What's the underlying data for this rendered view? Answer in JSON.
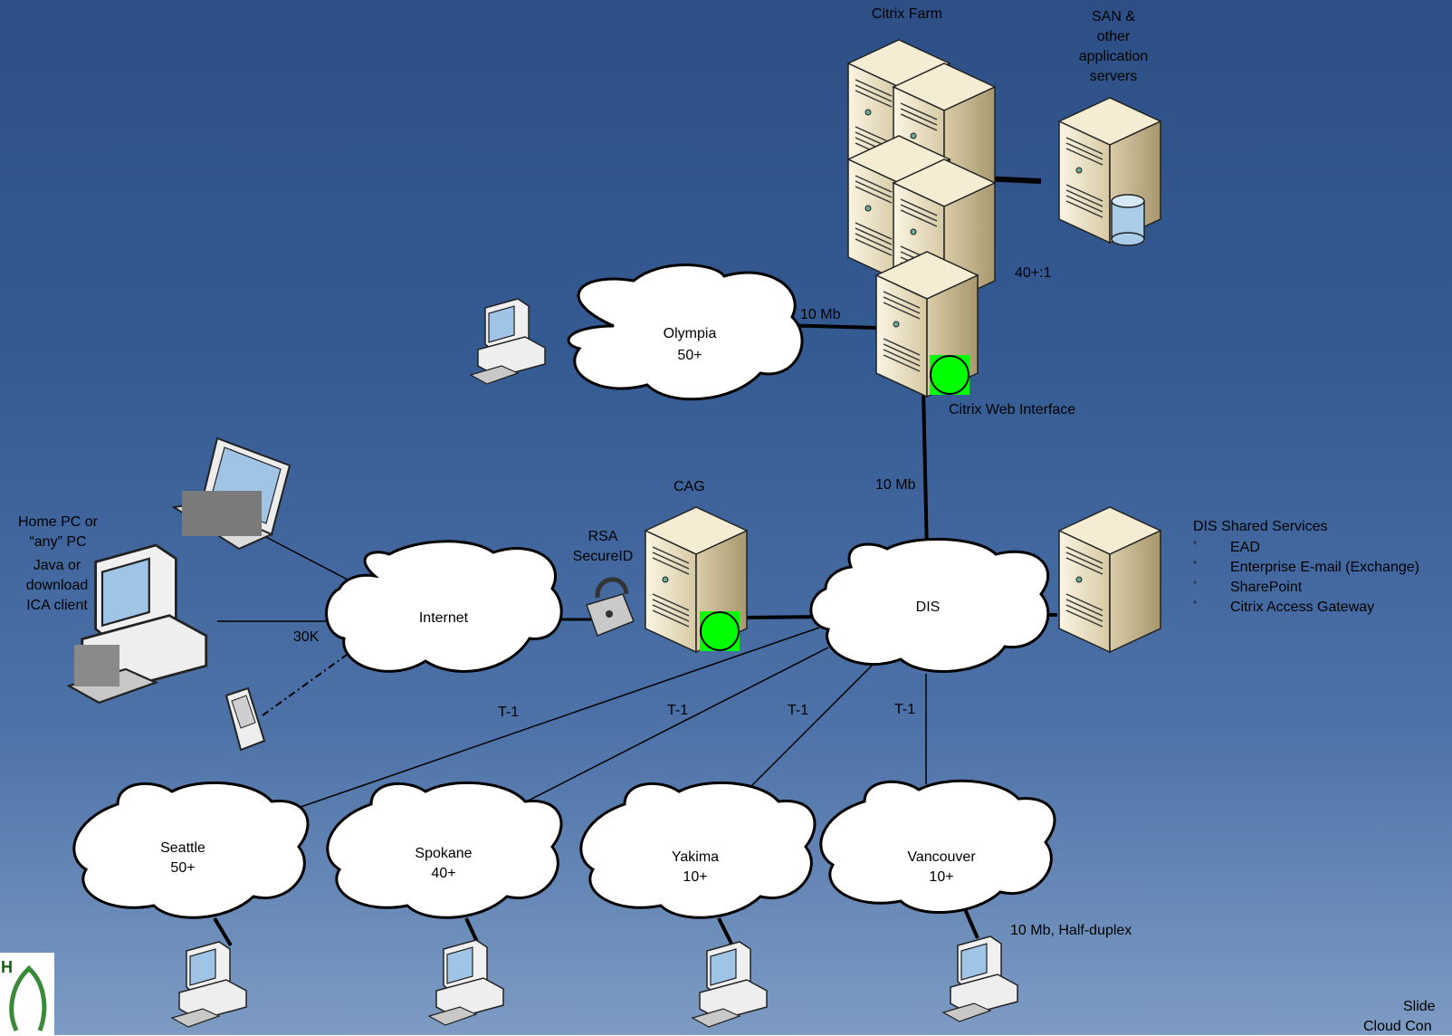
{
  "labels": {
    "citrix_farm": "Citrix Farm",
    "san": "SAN &\nother\napplication\nservers",
    "ratio": "40+:1",
    "olympia_link": "10 Mb",
    "citrix_web_interface": "Citrix Web Interface",
    "dis_link": "10 Mb",
    "cag": "CAG",
    "rsa": "RSA\nSecureID",
    "home_pc": "Home PC or\n“any” PC",
    "client": "Java or\ndownload\nICA client",
    "speed_30k": "30K",
    "vancouver_link": "10 Mb, Half-duplex",
    "slide": "Slide",
    "cloud_footer": "Cloud Con"
  },
  "clouds": {
    "olympia": {
      "name": "Olympia",
      "count": "50+"
    },
    "internet": {
      "name": "Internet"
    },
    "dis": {
      "name": "DIS"
    },
    "seattle": {
      "name": "Seattle",
      "count": "50+"
    },
    "spokane": {
      "name": "Spokane",
      "count": "40+"
    },
    "yakima": {
      "name": "Yakima",
      "count": "10+"
    },
    "vancouver": {
      "name": "Vancouver",
      "count": "10+"
    }
  },
  "t1_links": [
    "T-1",
    "T-1",
    "T-1",
    "T-1"
  ],
  "dis_services": {
    "title": "DIS Shared Services",
    "bullet": "°",
    "items": [
      "EAD",
      "Enterprise E-mail (Exchange)",
      "SharePoint",
      "Citrix Access Gateway"
    ]
  },
  "colors": {
    "sky": "#34578f",
    "cloud": "#ffffff",
    "server": "#e8dcbc",
    "status": "#00ff00"
  },
  "icons": [
    "server-icon",
    "workstation-icon",
    "laptop-icon",
    "pda-icon",
    "padlock-icon",
    "database-icon",
    "status-dot-icon",
    "logo-emblem"
  ]
}
